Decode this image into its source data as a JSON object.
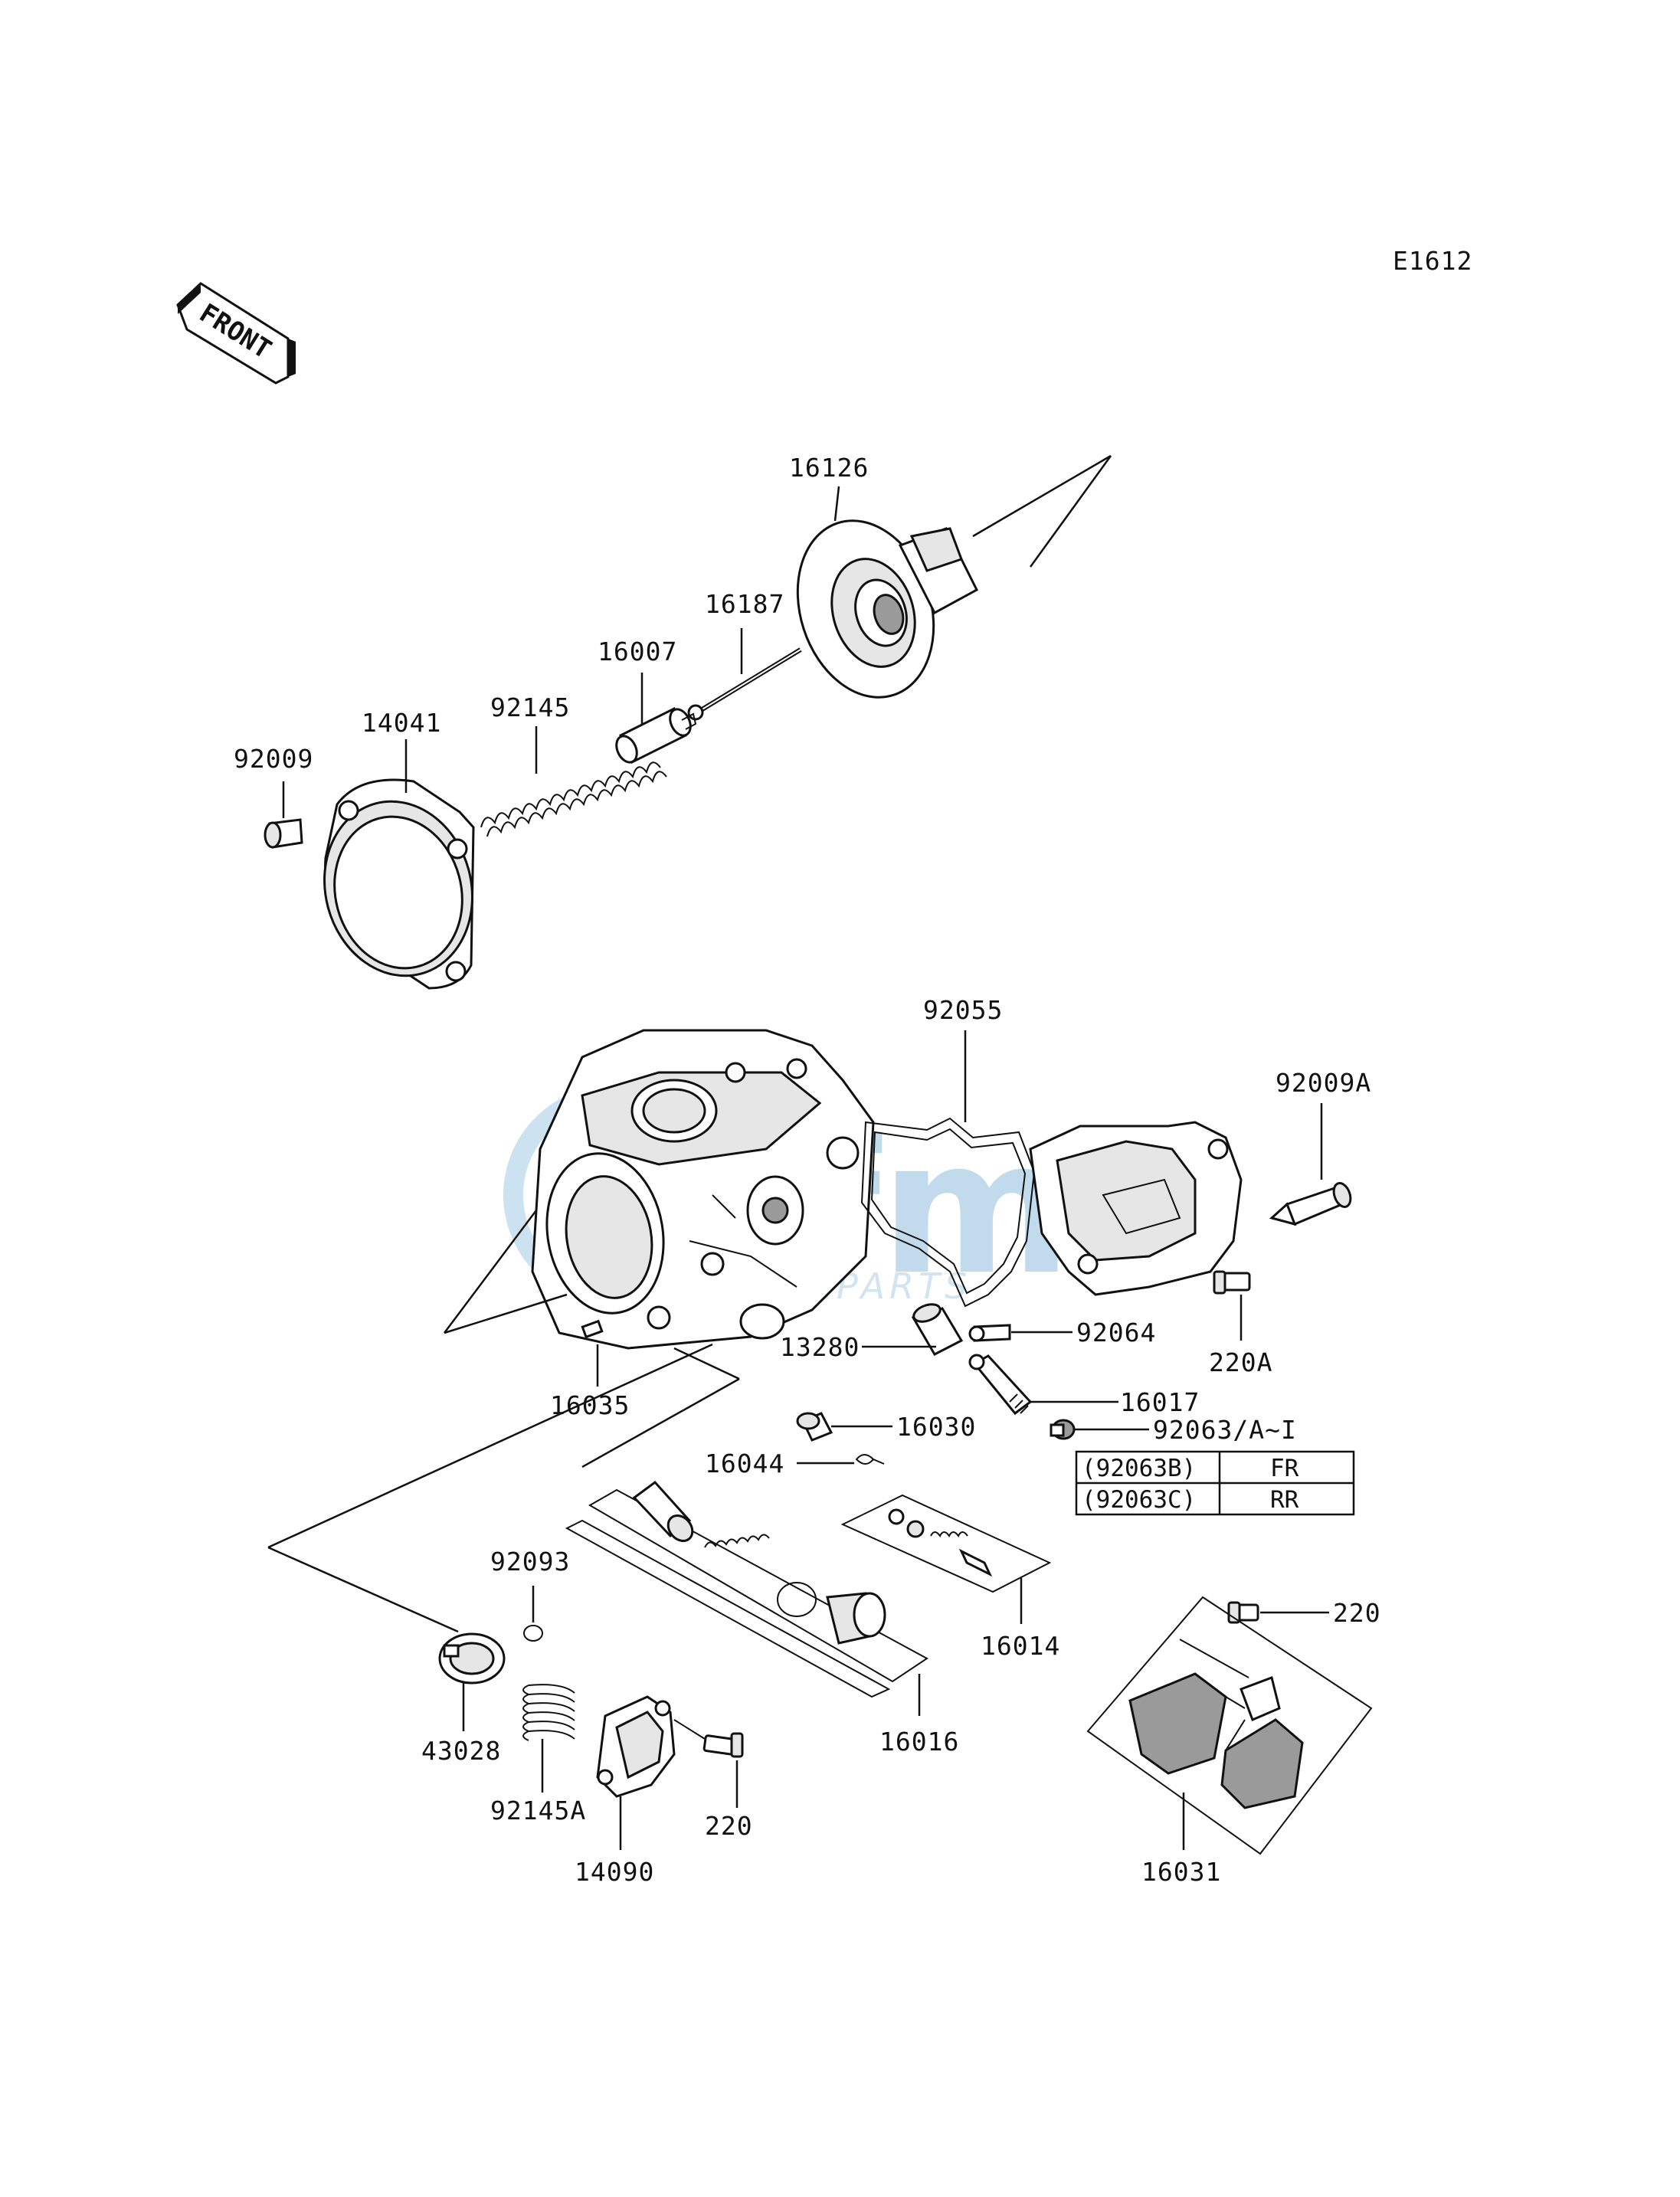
{
  "diagram_code": "E1612",
  "front_label": "FRONT",
  "watermark": {
    "main": "ofm",
    "sub": "MOTORPARTS"
  },
  "labels": {
    "p16126": "16126",
    "p16187": "16187",
    "p16007": "16007",
    "p92145": "92145",
    "p14041": "14041",
    "p92009": "92009",
    "p92055": "92055",
    "p92009A": "92009A",
    "p92064": "92064",
    "p13280": "13280",
    "p220A": "220A",
    "p16035": "16035",
    "p16017": "16017",
    "p16030": "16030",
    "p92063": "92063/A~I",
    "p16044": "16044",
    "p92093": "92093",
    "p220_right": "220",
    "p16014": "16014",
    "p16016": "16016",
    "p43028": "43028",
    "p92145A": "92145A",
    "p220_bottom": "220",
    "p14090": "14090",
    "p16031": "16031"
  },
  "variant_table": [
    {
      "code": "(92063B)",
      "region": "FR"
    },
    {
      "code": "(92063C)",
      "region": "RR"
    }
  ],
  "icons": [
    "front-arrow-icon"
  ]
}
